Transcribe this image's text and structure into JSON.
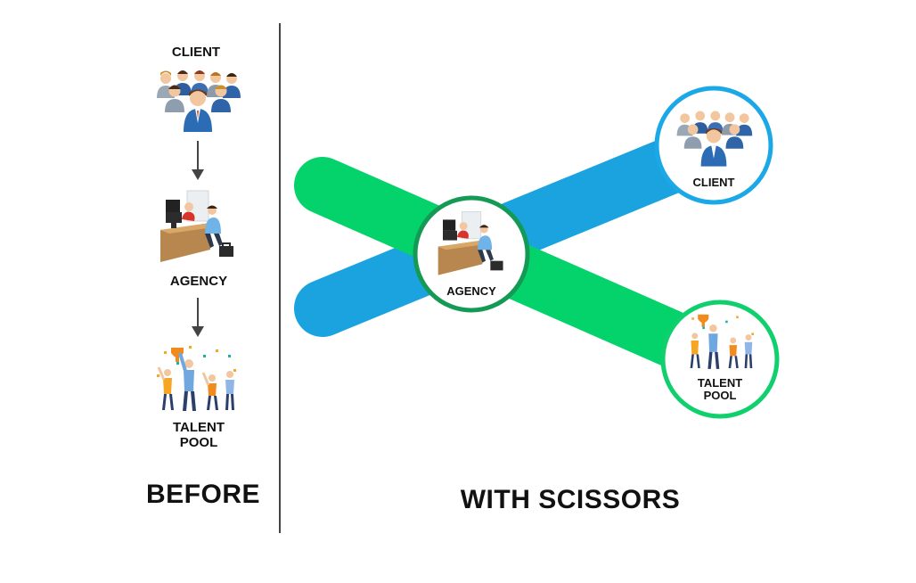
{
  "colors": {
    "blue": "#1aa3df",
    "green": "#04d26a",
    "agency_ring": "#149a55",
    "client_ring": "#1aa8e6",
    "talent_ring": "#10d06d"
  },
  "before": {
    "client_label": "CLIENT",
    "agency_label": "AGENCY",
    "talent_line1": "TALENT",
    "talent_line2": "POOL",
    "title": "BEFORE"
  },
  "scissors": {
    "agency_label": "AGENCY",
    "client_label": "CLIENT",
    "talent_line1": "TALENT",
    "talent_line2": "POOL",
    "title": "WITH SCISSORS"
  }
}
